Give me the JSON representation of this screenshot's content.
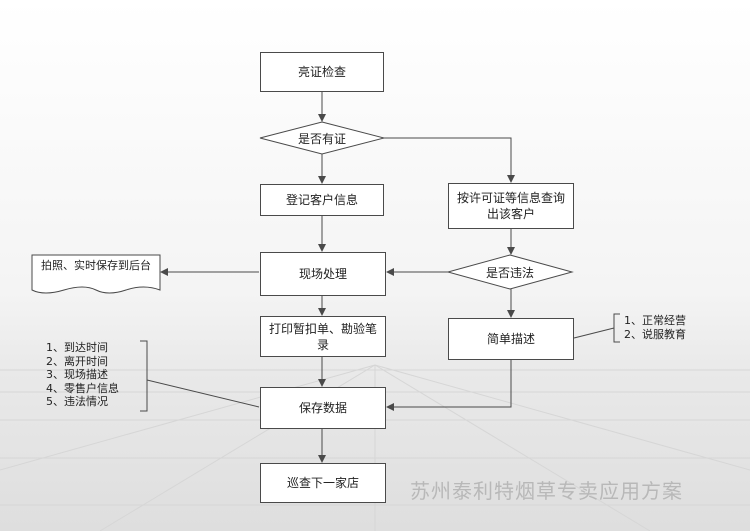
{
  "diagram": {
    "start": "亮证检查",
    "decision_license": "是否有证",
    "register": "登记客户信息",
    "query_info": "按许可证等信息查询出该客户",
    "onsite": "现场处理",
    "decision_illegal": "是否违法",
    "print": "打印暂扣单、勘验笔录",
    "simple_desc": "简单描述",
    "save": "保存数据",
    "next_store": "巡查下一家店"
  },
  "photo_note": "拍照、实时保存到后台",
  "save_notes": [
    "1、到达时间",
    "2、离开时间",
    "3、现场描述",
    "4、零售户信息",
    "5、违法情况"
  ],
  "desc_notes": [
    "1、正常经营",
    "2、说服教育"
  ],
  "watermark": "苏州泰利特烟草专卖应用方案",
  "colors": {
    "line": "#4a4a4a",
    "box_bg": "#ffffff",
    "watermark": "#b8b8b8"
  }
}
